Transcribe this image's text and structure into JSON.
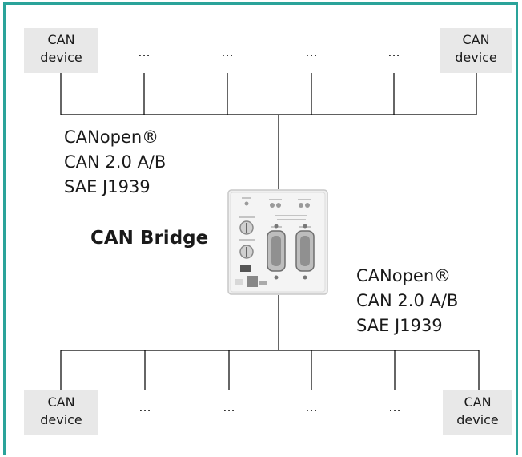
{
  "colors": {
    "frame": "#2aa39a",
    "device_box": "#e8e8e8",
    "line": "#000000"
  },
  "top_bus": {
    "left_device": {
      "line1": "CAN",
      "line2": "device"
    },
    "ellipses": [
      "...",
      "...",
      "...",
      "..."
    ],
    "right_device": {
      "line1": "CAN",
      "line2": "device"
    }
  },
  "upper_protocols": {
    "line1": "CANopen®",
    "line2": "CAN 2.0 A/B",
    "line3": "SAE J1939"
  },
  "bridge": {
    "title": "CAN Bridge"
  },
  "lower_protocols": {
    "line1": "CANopen®",
    "line2": "CAN 2.0 A/B",
    "line3": "SAE J1939"
  },
  "bottom_bus": {
    "left_device": {
      "line1": "CAN",
      "line2": "device"
    },
    "ellipses": [
      "...",
      "...",
      "...",
      "..."
    ],
    "right_device": {
      "line1": "CAN",
      "line2": "device"
    }
  }
}
